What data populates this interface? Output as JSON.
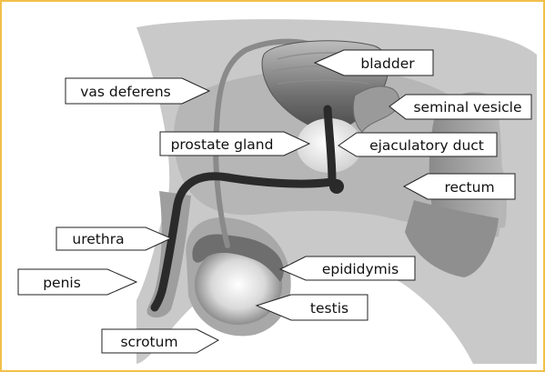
{
  "labels": {
    "bladder": "bladder",
    "vas_deferens": "vas deferens",
    "seminal_vesicle": "seminal vesicle",
    "prostate_gland": "prostate gland",
    "ejaculatory_duct": "ejaculatory duct",
    "rectum": "rectum",
    "urethra": "urethra",
    "epididymis": "epididymis",
    "penis": "penis",
    "testis": "testis",
    "scrotum": "scrotum"
  },
  "colors": {
    "frame": "#f2c04a",
    "body_light": "#c9c9c9",
    "body_mid": "#a6a6a6",
    "body_dark": "#7d7d7d",
    "urethra": "#2a2a2a"
  }
}
